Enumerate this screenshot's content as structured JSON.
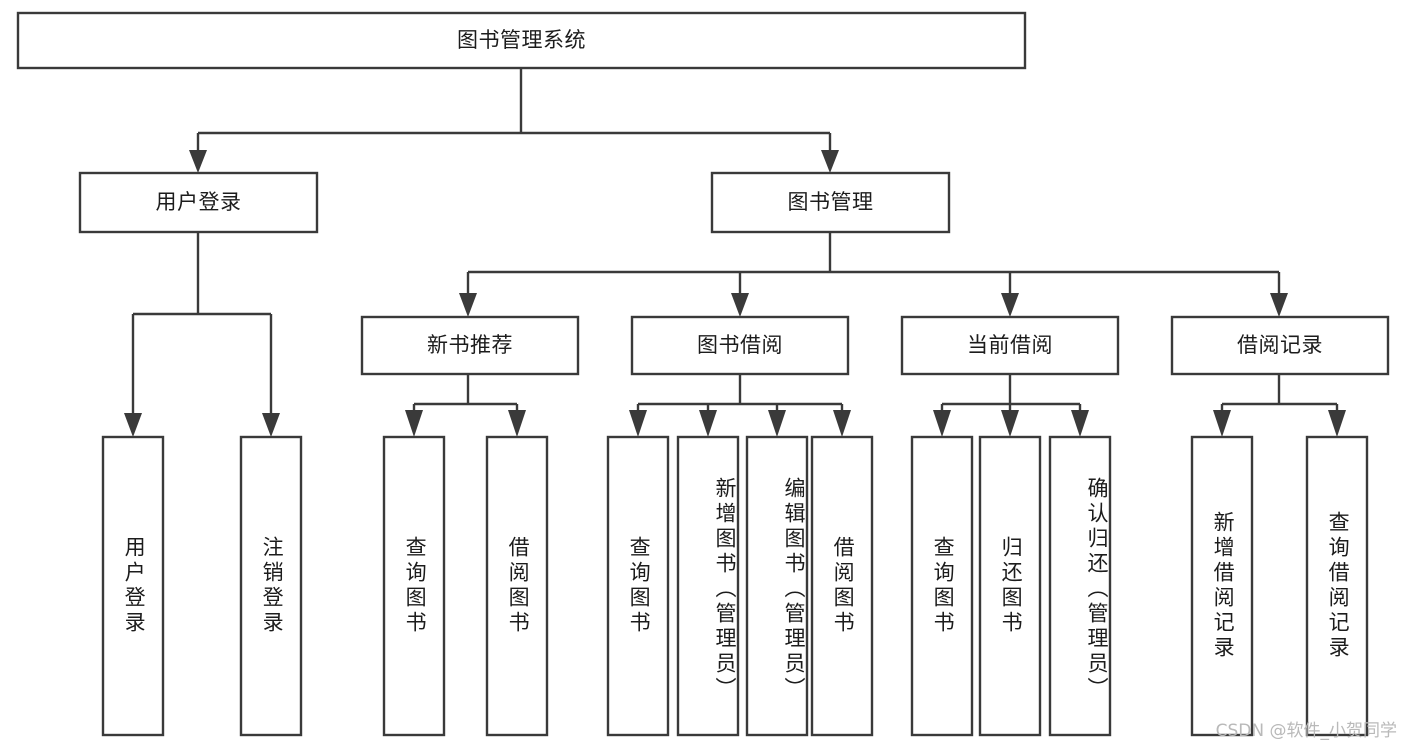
{
  "diagram": {
    "type": "tree",
    "title": "图书管理系统",
    "watermark": "CSDN @软件_小贺同学",
    "colors": {
      "stroke": "#3a3a3a",
      "fill": "#ffffff",
      "text": "#1c1c1c",
      "watermark": "#b9b9b9"
    },
    "nodes": {
      "root": {
        "label": "图书管理系统",
        "level": 0,
        "orientation": "horizontal"
      },
      "l1": [
        {
          "id": "user-login",
          "label": "用户登录",
          "orientation": "horizontal"
        },
        {
          "id": "book-management",
          "label": "图书管理",
          "orientation": "horizontal"
        }
      ],
      "l2": [
        {
          "id": "new-book-recommend",
          "label": "新书推荐",
          "parent": "book-management",
          "orientation": "horizontal"
        },
        {
          "id": "book-borrow",
          "label": "图书借阅",
          "parent": "book-management",
          "orientation": "horizontal"
        },
        {
          "id": "current-borrow",
          "label": "当前借阅",
          "parent": "book-management",
          "orientation": "horizontal"
        },
        {
          "id": "borrow-record",
          "label": "借阅记录",
          "parent": "book-management",
          "orientation": "horizontal"
        }
      ],
      "leaves": [
        {
          "id": "leaf-user-login",
          "label": "用户登录",
          "parent": "user-login",
          "orientation": "vertical"
        },
        {
          "id": "leaf-logout",
          "label": "注销登录",
          "parent": "user-login",
          "orientation": "vertical"
        },
        {
          "id": "leaf-query-book-1",
          "label": "查询图书",
          "parent": "new-book-recommend",
          "orientation": "vertical"
        },
        {
          "id": "leaf-borrow-book-1",
          "label": "借阅图书",
          "parent": "new-book-recommend",
          "orientation": "vertical"
        },
        {
          "id": "leaf-query-book-2",
          "label": "查询图书",
          "parent": "book-borrow",
          "orientation": "vertical"
        },
        {
          "id": "leaf-add-book",
          "label": "新增图书（管理员）",
          "parent": "book-borrow",
          "orientation": "vertical"
        },
        {
          "id": "leaf-edit-book",
          "label": "编辑图书（管理员）",
          "parent": "book-borrow",
          "orientation": "vertical"
        },
        {
          "id": "leaf-borrow-book-2",
          "label": "借阅图书",
          "parent": "book-borrow",
          "orientation": "vertical"
        },
        {
          "id": "leaf-query-book-3",
          "label": "查询图书",
          "parent": "current-borrow",
          "orientation": "vertical"
        },
        {
          "id": "leaf-return-book",
          "label": "归还图书",
          "parent": "current-borrow",
          "orientation": "vertical"
        },
        {
          "id": "leaf-confirm-return",
          "label": "确认归还（管理员）",
          "parent": "current-borrow",
          "orientation": "vertical"
        },
        {
          "id": "leaf-add-record",
          "label": "新增借阅记录",
          "parent": "borrow-record",
          "orientation": "vertical"
        },
        {
          "id": "leaf-query-record",
          "label": "查询借阅记录",
          "parent": "borrow-record",
          "orientation": "vertical"
        }
      ]
    }
  }
}
